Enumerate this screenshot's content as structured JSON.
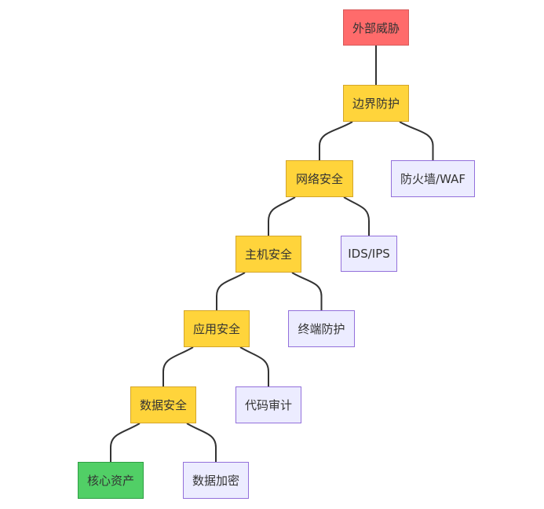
{
  "diagram": {
    "nodes": [
      {
        "id": "threat",
        "label": "外部威胁",
        "kind": "threat"
      },
      {
        "id": "perimeter",
        "label": "边界防护",
        "kind": "layer"
      },
      {
        "id": "firewall",
        "label": "防火墙/WAF",
        "kind": "control"
      },
      {
        "id": "network",
        "label": "网络安全",
        "kind": "layer"
      },
      {
        "id": "idsips",
        "label": "IDS/IPS",
        "kind": "control"
      },
      {
        "id": "host",
        "label": "主机安全",
        "kind": "layer"
      },
      {
        "id": "endpoint",
        "label": "终端防护",
        "kind": "control"
      },
      {
        "id": "app",
        "label": "应用安全",
        "kind": "layer"
      },
      {
        "id": "codeaudit",
        "label": "代码审计",
        "kind": "control"
      },
      {
        "id": "data",
        "label": "数据安全",
        "kind": "layer"
      },
      {
        "id": "encryption",
        "label": "数据加密",
        "kind": "control"
      },
      {
        "id": "core",
        "label": "核心资产",
        "kind": "asset"
      }
    ],
    "edges": [
      {
        "from": "threat",
        "to": "perimeter"
      },
      {
        "from": "perimeter",
        "to": "network"
      },
      {
        "from": "perimeter",
        "to": "firewall"
      },
      {
        "from": "network",
        "to": "host"
      },
      {
        "from": "network",
        "to": "idsips"
      },
      {
        "from": "host",
        "to": "app"
      },
      {
        "from": "host",
        "to": "endpoint"
      },
      {
        "from": "app",
        "to": "data"
      },
      {
        "from": "app",
        "to": "codeaudit"
      },
      {
        "from": "data",
        "to": "core"
      },
      {
        "from": "data",
        "to": "encryption"
      }
    ],
    "colors": {
      "threat": "#ff6b6b",
      "layer": "#ffd43b",
      "control": "#ececff",
      "asset": "#51cf66",
      "edge": "#333333"
    }
  }
}
